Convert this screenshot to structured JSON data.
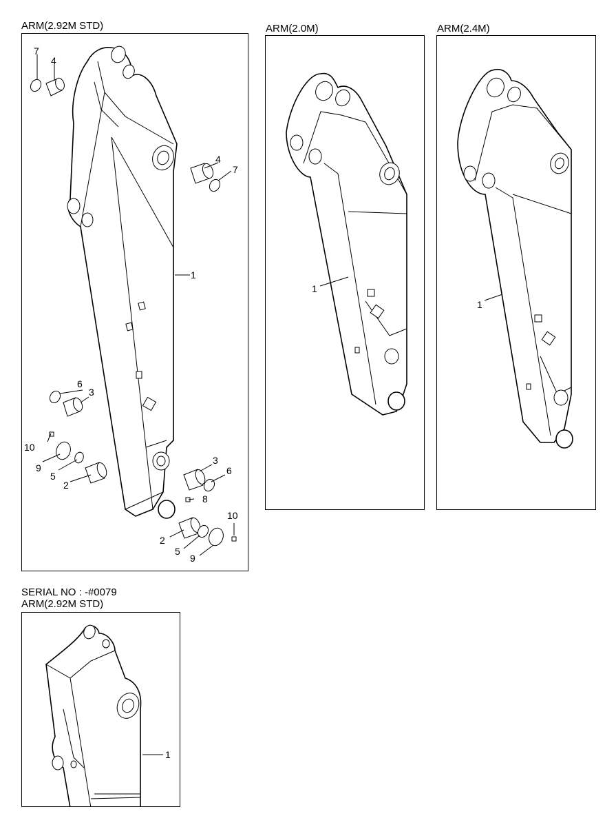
{
  "figures": [
    {
      "id": "arm-292-std",
      "caption": "ARM(2.92M STD)",
      "callouts": [
        "7",
        "4",
        "4",
        "7",
        "1",
        "6",
        "3",
        "10",
        "9",
        "5",
        "2",
        "3",
        "6",
        "8",
        "10",
        "2",
        "5",
        "9"
      ]
    },
    {
      "id": "arm-20",
      "caption": "ARM(2.0M)",
      "callouts": [
        "1"
      ]
    },
    {
      "id": "arm-24",
      "caption": "ARM(2.4M)",
      "callouts": [
        "1"
      ]
    },
    {
      "id": "arm-292-std-serial",
      "serial_caption": "SERIAL NO : -#0079",
      "caption": "ARM(2.92M STD)",
      "callouts": [
        "1"
      ]
    }
  ]
}
